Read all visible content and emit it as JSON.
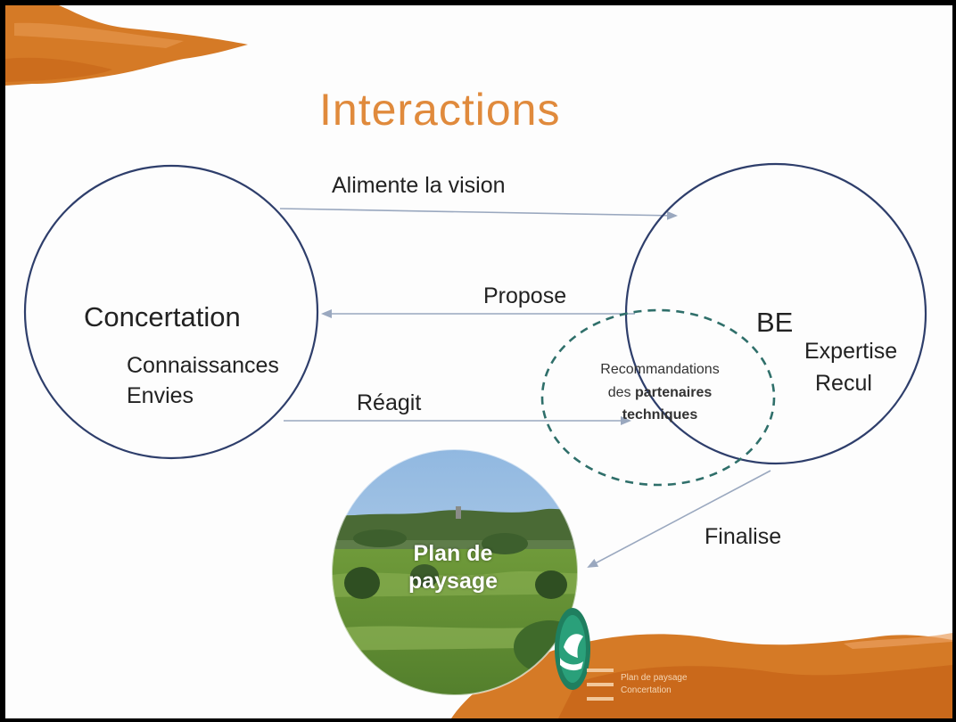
{
  "title": "Interactions",
  "nodes": {
    "concertation": {
      "name": "Concertation",
      "details": [
        "Connaissances",
        "Envies"
      ]
    },
    "be": {
      "name": "BE",
      "details": [
        "Expertise",
        "Recul"
      ]
    },
    "partners": {
      "line1": "Recommandations",
      "line2_prefix": "des ",
      "line2_bold": "partenaires",
      "line3_bold": "techniques"
    },
    "plan": {
      "line1": "Plan de",
      "line2": "paysage"
    }
  },
  "edges": {
    "alimente": "Alimente la vision",
    "propose": "Propose",
    "reagit": "Réagit",
    "finalise": "Finalise"
  },
  "logo": {
    "line1": "Plan de paysage",
    "line2": "Concertation"
  },
  "colors": {
    "title": "#e08a3c",
    "circle_stroke": "#2e3e6b",
    "dashed_stroke": "#2f6f6a",
    "arrow": "#9aa8bf",
    "brush": "#d57a26"
  }
}
